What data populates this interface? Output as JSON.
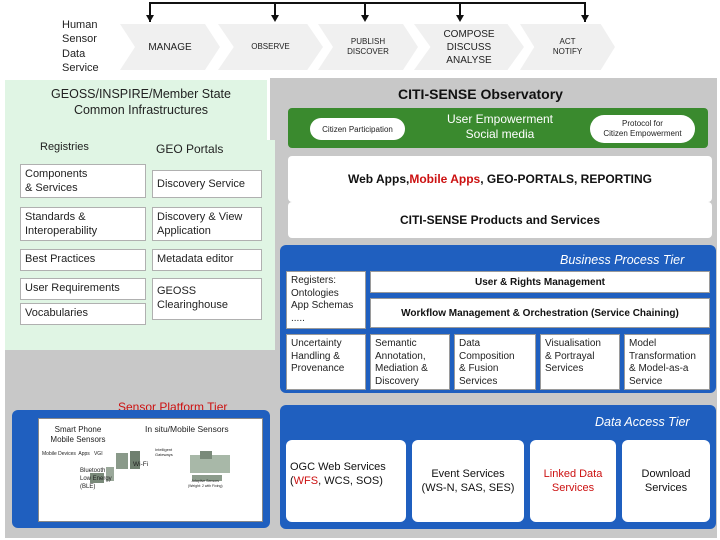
{
  "process_flow": {
    "start_label": "Human\nSensor\nData\nService",
    "steps": [
      "MANAGE",
      "OBSERVE",
      "PUBLISH\nDISCOVER",
      "COMPOSE\nDISCUSS\nANALYSE",
      "ACT\nNOTIFY"
    ]
  },
  "geoss_panel": {
    "title": "GEOSS/INSPIRE/Member State\nCommon Infrastructures",
    "registries_label": "Registries",
    "geo_portals_label": "GEO Portals",
    "left_items": [
      "Components\n& Services",
      "Standards &\nInteroperability",
      "Best Practices",
      "User Requirements",
      "Vocabularies"
    ],
    "right_items": [
      "Discovery Service",
      "Discovery & View\nApplication",
      "Metadata editor",
      "GEOSS\nClearinghouse"
    ]
  },
  "observatory": {
    "title": "CITI-SENSE Observatory",
    "citizen_participation": "Citizen Participation",
    "user_empowerment": "User Empowerment\nSocial media",
    "protocol": "Protocol for\nCitizen Empowerment",
    "web_apps_prefix": "Web Apps, ",
    "web_apps_highlight": "Mobile Apps",
    "web_apps_suffix": ", GEO-PORTALS, REPORTING",
    "products_services": "CITI-SENSE Products and Services"
  },
  "business_tier": {
    "title": "Business Process Tier",
    "registers": "Registers:\nOntologies\nApp Schemas\n.....",
    "user_rights": "User & Rights Management",
    "workflow": "Workflow Management & Orchestration (Service Chaining)",
    "bottom_items": [
      "Uncertainty\nHandling &\nProvenance",
      "Semantic\nAnnotation,\nMediation &\nDiscovery",
      "Data\nComposition\n& Fusion\nServices",
      "Visualisation\n& Portrayal\nServices",
      "Model\nTransformation\n& Model-as-a\nService"
    ]
  },
  "sensor_platform": {
    "title": "Sensor Platform Tier",
    "smartphone_label": "Smart Phone\nMobile Sensors",
    "insitu_label": "In situ/Mobile Sensors",
    "mobile_row": "Mobile Devices  Apps   VGI",
    "bluetooth": "Bluetooth\nLow Energy\n(BLE)",
    "wifi": "Wi-Fi",
    "intelligent": "Intelligent\nGateways",
    "adaptive": "Adaptive Sensors\n(Weight: 2 with Fixing)"
  },
  "data_access": {
    "title": "Data Access Tier",
    "ogc_title": "OGC Web Services",
    "ogc_open": "(",
    "ogc_wfs": "WFS",
    "ogc_rest": ", WCS, SOS)",
    "event_services": "Event Services\n(WS-N, SAS, SES)",
    "linked_data": "Linked Data\nServices",
    "download": "Download\nServices"
  },
  "colors": {
    "blue": "#1f5fbf",
    "green": "#3a8a2e",
    "grey": "#c8c8c8",
    "red": "#cc1111",
    "mint": "#e0f5e4"
  }
}
